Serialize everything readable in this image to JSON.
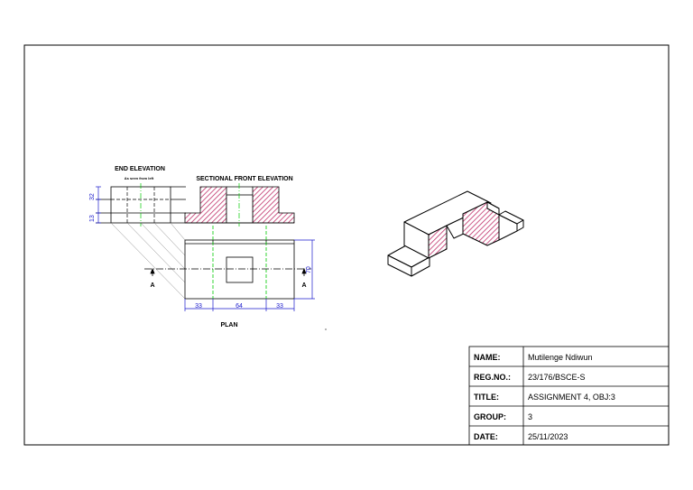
{
  "views": {
    "end_elevation": "END ELEVATION",
    "end_elevation_note": "As seen from left",
    "sectional_front_elevation": "SECTIONAL FRONT ELEVATION",
    "plan": "PLAN",
    "section_mark_left": "A",
    "section_mark_right": "A"
  },
  "dimensions": {
    "end_top": "32",
    "end_bottom": "13",
    "plan_left": "33",
    "plan_middle": "64",
    "plan_right": "33",
    "plan_depth": "70"
  },
  "colors": {
    "hatch": "#c0306a",
    "centerline": "#00cc00",
    "dimension": "#1a1acc"
  },
  "title_block": {
    "rows": [
      {
        "label": "NAME:",
        "value": "Mutilenge Ndiwun"
      },
      {
        "label": "REG.NO.:",
        "value": "23/176/BSCE-S"
      },
      {
        "label": "TITLE:",
        "value": "ASSIGNMENT 4, OBJ:3"
      },
      {
        "label": "GROUP:",
        "value": "3"
      },
      {
        "label": "DATE:",
        "value": "25/11/2023"
      }
    ]
  }
}
